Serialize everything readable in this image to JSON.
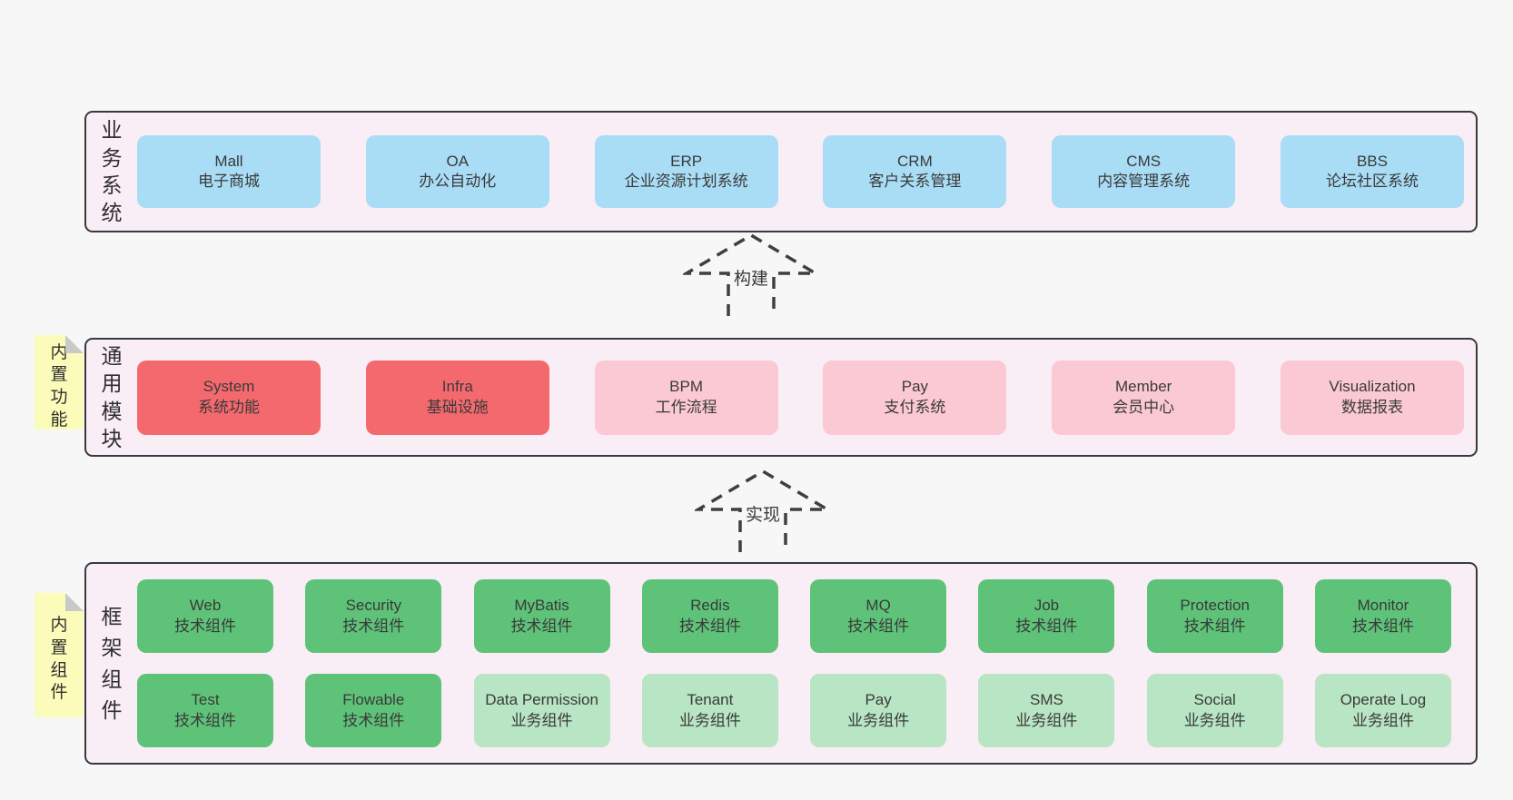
{
  "colors": {
    "page_background": "#f7f7f7",
    "panel_background": "#f9edf6",
    "panel_border": "#3a3a3a",
    "business_box": "#a9dcf5",
    "core_module_box": "#f4696d",
    "optional_module_box": "#fbc9d3",
    "tech_component_box": "#5ec378",
    "biz_component_box": "#b8e5c3",
    "sticky_note": "#fcfcba",
    "sticky_fold": "#c9c9c9",
    "arrow": "#3f3f3f"
  },
  "arrows": [
    {
      "label": "构建"
    },
    {
      "label": "实现"
    }
  ],
  "layers": {
    "business": {
      "label": "业务系统",
      "items": [
        {
          "title": "Mall",
          "subtitle": "电子商城"
        },
        {
          "title": "OA",
          "subtitle": "办公自动化"
        },
        {
          "title": "ERP",
          "subtitle": "企业资源计划系统"
        },
        {
          "title": "CRM",
          "subtitle": "客户关系管理"
        },
        {
          "title": "CMS",
          "subtitle": "内容管理系统"
        },
        {
          "title": "BBS",
          "subtitle": "论坛社区系统"
        }
      ]
    },
    "modules": {
      "label": "通用模块",
      "note": "内置功能",
      "items": [
        {
          "title": "System",
          "subtitle": "系统功能",
          "variant": "red"
        },
        {
          "title": "Infra",
          "subtitle": "基础设施",
          "variant": "red"
        },
        {
          "title": "BPM",
          "subtitle": "工作流程",
          "variant": "pink"
        },
        {
          "title": "Pay",
          "subtitle": "支付系统",
          "variant": "pink"
        },
        {
          "title": "Member",
          "subtitle": "会员中心",
          "variant": "pink"
        },
        {
          "title": "Visualization",
          "subtitle": "数据报表",
          "variant": "pink"
        }
      ]
    },
    "framework": {
      "label": "框架组件",
      "note": "内置组件",
      "row1": [
        {
          "title": "Web",
          "subtitle": "技术组件",
          "variant": "green"
        },
        {
          "title": "Security",
          "subtitle": "技术组件",
          "variant": "green"
        },
        {
          "title": "MyBatis",
          "subtitle": "技术组件",
          "variant": "green"
        },
        {
          "title": "Redis",
          "subtitle": "技术组件",
          "variant": "green"
        },
        {
          "title": "MQ",
          "subtitle": "技术组件",
          "variant": "green"
        },
        {
          "title": "Job",
          "subtitle": "技术组件",
          "variant": "green"
        },
        {
          "title": "Protection",
          "subtitle": "技术组件",
          "variant": "green"
        },
        {
          "title": "Monitor",
          "subtitle": "技术组件",
          "variant": "green"
        }
      ],
      "row2": [
        {
          "title": "Test",
          "subtitle": "技术组件",
          "variant": "green"
        },
        {
          "title": "Flowable",
          "subtitle": "技术组件",
          "variant": "green"
        },
        {
          "title": "Data Permission",
          "subtitle": "业务组件",
          "variant": "green-light"
        },
        {
          "title": "Tenant",
          "subtitle": "业务组件",
          "variant": "green-light"
        },
        {
          "title": "Pay",
          "subtitle": "业务组件",
          "variant": "green-light"
        },
        {
          "title": "SMS",
          "subtitle": "业务组件",
          "variant": "green-light"
        },
        {
          "title": "Social",
          "subtitle": "业务组件",
          "variant": "green-light"
        },
        {
          "title": "Operate Log",
          "subtitle": "业务组件",
          "variant": "green-light"
        }
      ]
    }
  }
}
